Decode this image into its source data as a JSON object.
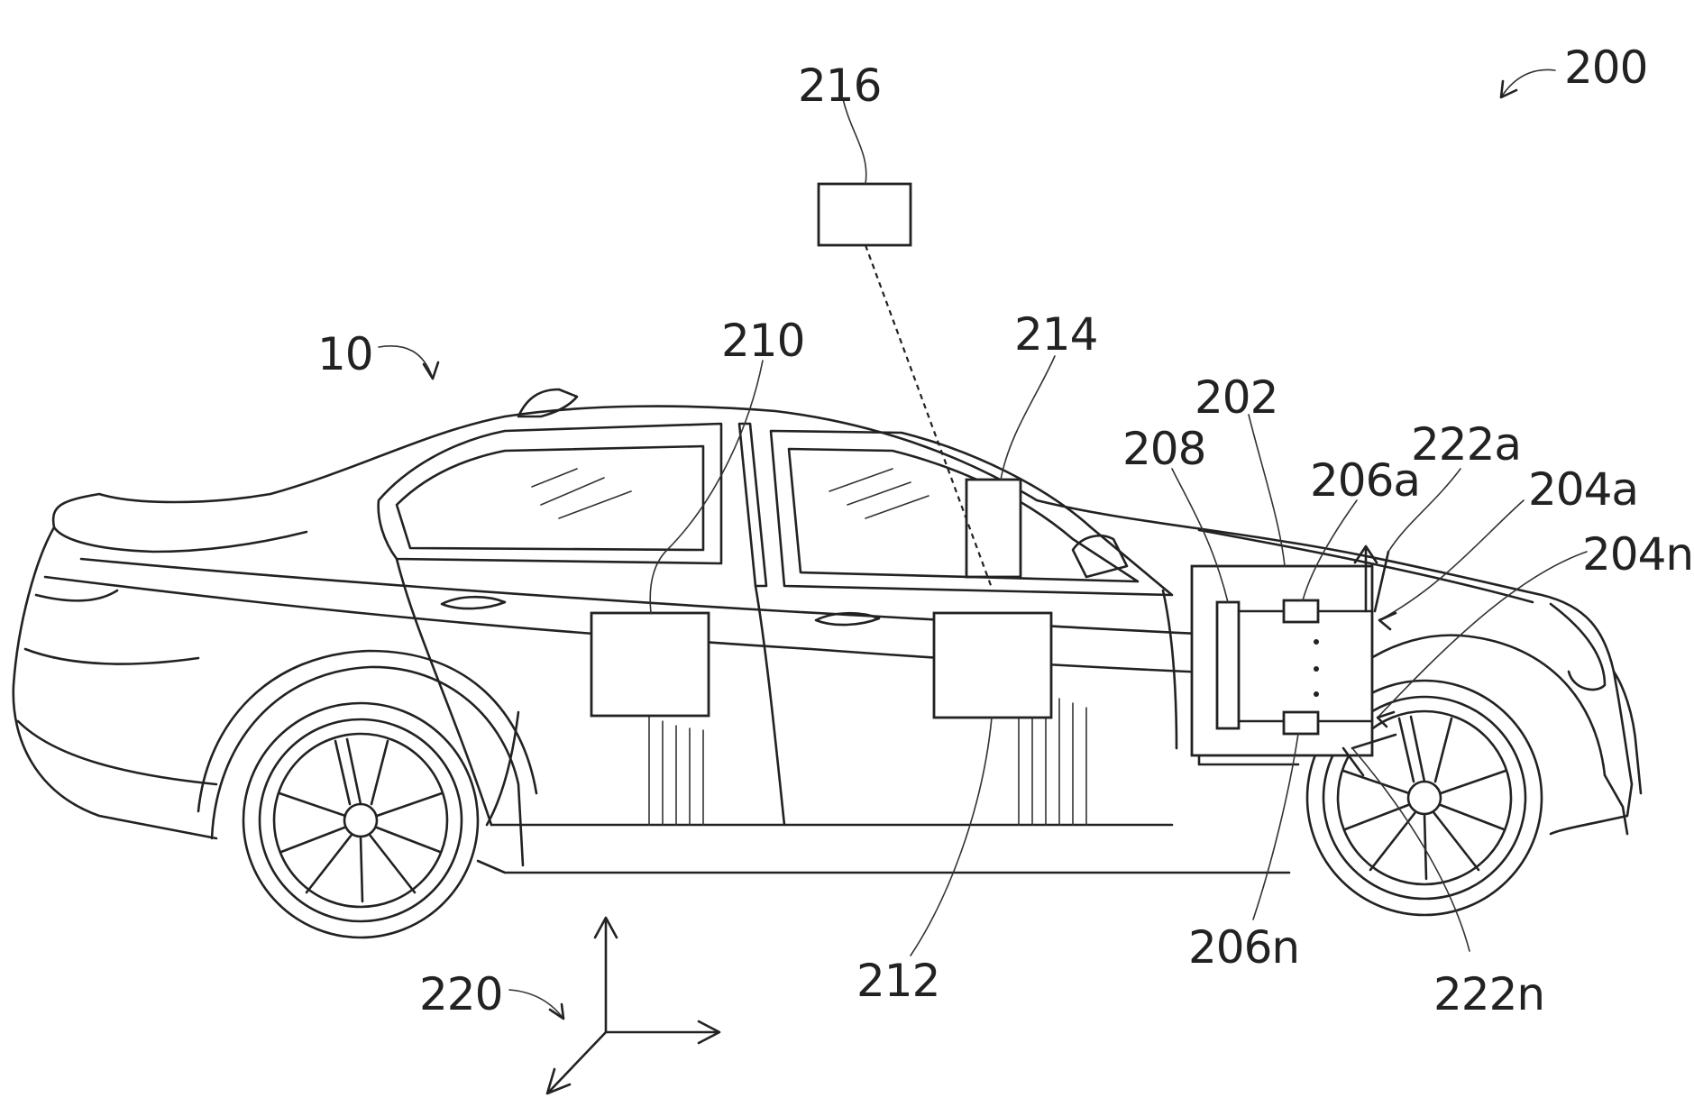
{
  "figure": {
    "labels": {
      "system": "200",
      "vehicle": "10",
      "remote_server": "216",
      "controller_a": "210",
      "controller_b": "212",
      "transceiver": "214",
      "module": "202",
      "bus": "208",
      "sensor_a": "206a",
      "sensor_n": "206n",
      "emitter_a": "204a",
      "emitter_n": "204n",
      "beam_a": "222a",
      "beam_n": "222n",
      "axes": "220"
    }
  }
}
